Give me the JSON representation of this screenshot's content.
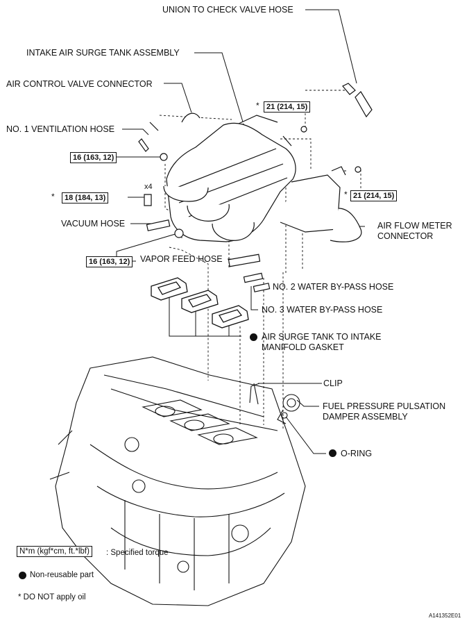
{
  "labels": {
    "union_hose": "UNION TO CHECK VALVE HOSE",
    "surge_tank": "INTAKE AIR SURGE TANK ASSEMBLY",
    "air_ctrl_conn": "AIR CONTROL VALVE CONNECTOR",
    "vent_hose": "NO. 1 VENTILATION HOSE",
    "vacuum_hose": "VACUUM HOSE",
    "vapor_hose": "VAPOR FEED HOSE",
    "afm_conn": "AIR FLOW METER\nCONNECTOR",
    "wbp2": "NO. 2 WATER BY-PASS HOSE",
    "wbp3": "NO. 3 WATER BY-PASS HOSE",
    "gasket": "AIR SURGE TANK TO INTAKE\nMANIFOLD GASKET",
    "clip": "CLIP",
    "damper": "FUEL PRESSURE PULSATION\nDAMPER ASSEMBLY",
    "oring": "O-RING",
    "x4": "x4"
  },
  "torques": {
    "t1": "21 (214, 15)",
    "t2": "16 (163, 12)",
    "t3": "18 (184, 13)",
    "t4": "21 (214, 15)",
    "t5": "16 (163, 12)"
  },
  "markers": {
    "star": "*"
  },
  "legend": {
    "torque_box": "N*m (kgf*cm, ft.*lbf)",
    "torque_text": ": Specified torque",
    "nonreusable": "Non-reusable part",
    "no_oil": "* DO NOT apply oil"
  },
  "figure_id": "A141352E01"
}
